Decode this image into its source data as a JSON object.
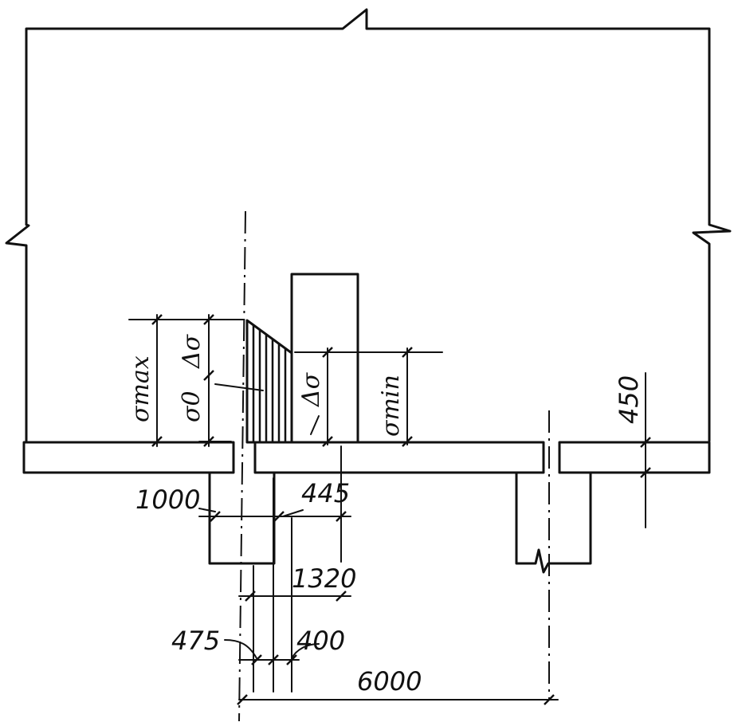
{
  "dimensions": {
    "d1000": "1000",
    "d445": "445",
    "d1320": "1320",
    "d475": "475",
    "d400": "400",
    "d6000": "6000",
    "d450": "450"
  },
  "symbols": {
    "sigma_max": "σmax",
    "delta_sigma_left": "Δσ",
    "sigma_0": "σ0",
    "delta_sigma_right": "Δσ",
    "sigma_min": "σmin"
  }
}
